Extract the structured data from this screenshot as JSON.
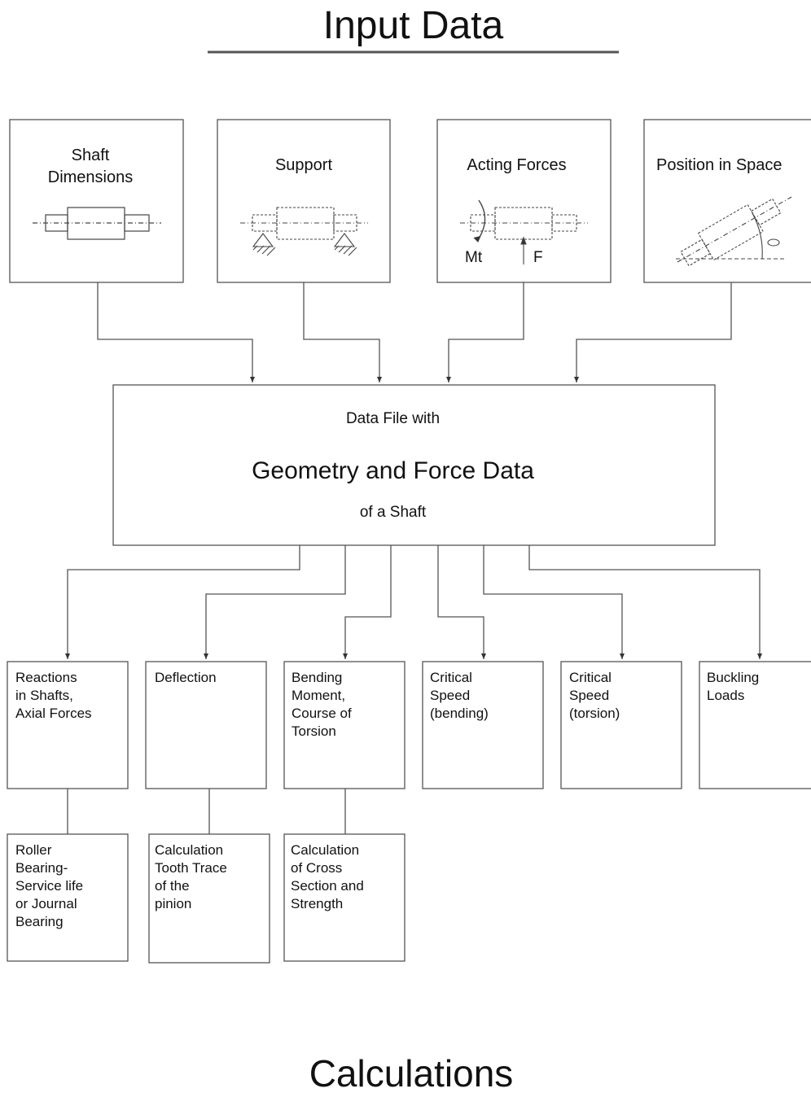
{
  "header": {
    "title": "Input Data"
  },
  "footer": {
    "title": "Calculations"
  },
  "inputs": [
    {
      "label": "Shaft\nDimensions"
    },
    {
      "label": "Support"
    },
    {
      "label": "Acting Forces",
      "mt_label": "Mt",
      "f_label": "F"
    },
    {
      "label": "Position in Space"
    }
  ],
  "datafile": {
    "line1": "Data File with",
    "line2": "Geometry and Force Data",
    "line3": "of a  Shaft"
  },
  "calcs": [
    {
      "label": "Reactions\nin Shafts,\nAxial Forces"
    },
    {
      "label": "Deflection"
    },
    {
      "label": "Bending\nMoment,\nCourse of\nTorsion"
    },
    {
      "label": "Critical\nSpeed\n(bending)"
    },
    {
      "label": "Critical\nSpeed\n(torsion)"
    },
    {
      "label": "Buckling\nLoads"
    }
  ],
  "subcalcs": [
    {
      "label": "Roller\nBearing-\nService life\nor Journal\nBearing"
    },
    {
      "label": "Calculation\nTooth Trace\nof the\npinion"
    },
    {
      "label": "Calculation\nof Cross\nSection and\nStrength"
    }
  ]
}
